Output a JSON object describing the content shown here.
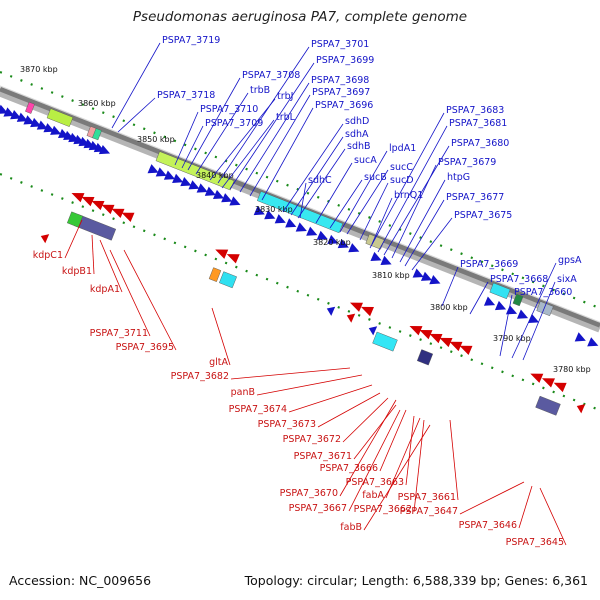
{
  "title": "Pseudomonas aeruginosa PA7, complete genome",
  "footer": {
    "accession": "Accession: NC_009656",
    "topology": "Topology: circular; Length: 6,588,339 bp; Genes: 6,361"
  },
  "colors": {
    "forward": "#1414c8",
    "reverse": "#d40000",
    "backbone": "#808080",
    "dots": "#1a8a1a"
  },
  "ticks": [
    "3870 kbp",
    "3860 kbp",
    "3850 kbp",
    "3840 kbp",
    "3830 kbp",
    "3820 kbp",
    "3810 kbp",
    "3800 kbp",
    "3790 kbp",
    "3780 kbp"
  ],
  "forward_labels": [
    "PSPA7_3719",
    "PSPA7_3718",
    "PSPA7_3710",
    "PSPA7_3709",
    "PSPA7_3708",
    "trbB",
    "trbJ",
    "trbL",
    "PSPA7_3701",
    "PSPA7_3699",
    "PSPA7_3698",
    "PSPA7_3697",
    "PSPA7_3696",
    "sdhD",
    "sdhA",
    "sdhB",
    "sdhC",
    "sucA",
    "sucB",
    "lpdA1",
    "sucC",
    "sucD",
    "brnQ1",
    "PSPA7_3683",
    "PSPA7_3681",
    "PSPA7_3680",
    "PSPA7_3679",
    "htpG",
    "PSPA7_3677",
    "PSPA7_3675",
    "PSPA7_3669",
    "PSPA7_3668",
    "gpsA",
    "sixA",
    "PSPA7_3660"
  ],
  "reverse_labels": [
    "kdpC1",
    "kdpB1",
    "kdpA1",
    "PSPA7_3711",
    "PSPA7_3695",
    "gltA",
    "PSPA7_3682",
    "panB",
    "PSPA7_3674",
    "PSPA7_3673",
    "PSPA7_3672",
    "PSPA7_3671",
    "PSPA7_3666",
    "PSPA7_3663",
    "PSPA7_3670",
    "fabA",
    "PSPA7_3661",
    "PSPA7_3667",
    "PSPA7_3662",
    "fabB",
    "PSPA7_3647",
    "PSPA7_3646",
    "PSPA7_3645"
  ]
}
